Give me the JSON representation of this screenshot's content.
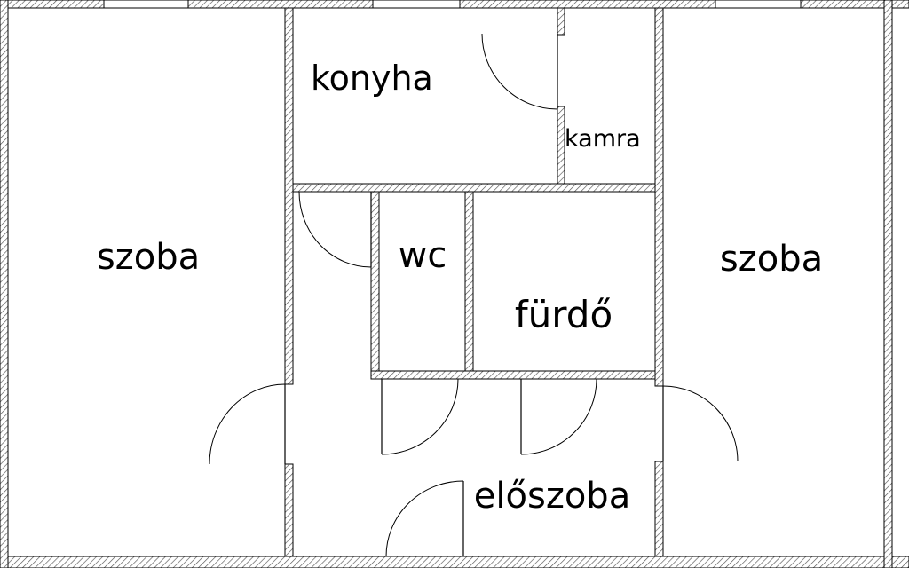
{
  "plan": {
    "rooms": [
      {
        "id": "szoba-left",
        "label": "szoba"
      },
      {
        "id": "konyha",
        "label": "konyha"
      },
      {
        "id": "kamra",
        "label": "kamra"
      },
      {
        "id": "wc",
        "label": "wc"
      },
      {
        "id": "furdo",
        "label": "fürdő"
      },
      {
        "id": "eloszoba",
        "label": "előszoba"
      },
      {
        "id": "szoba-right",
        "label": "szoba"
      }
    ]
  },
  "colors": {
    "wall_outline": "#000000",
    "wall_hatch": "#555555",
    "background": "#ffffff"
  }
}
